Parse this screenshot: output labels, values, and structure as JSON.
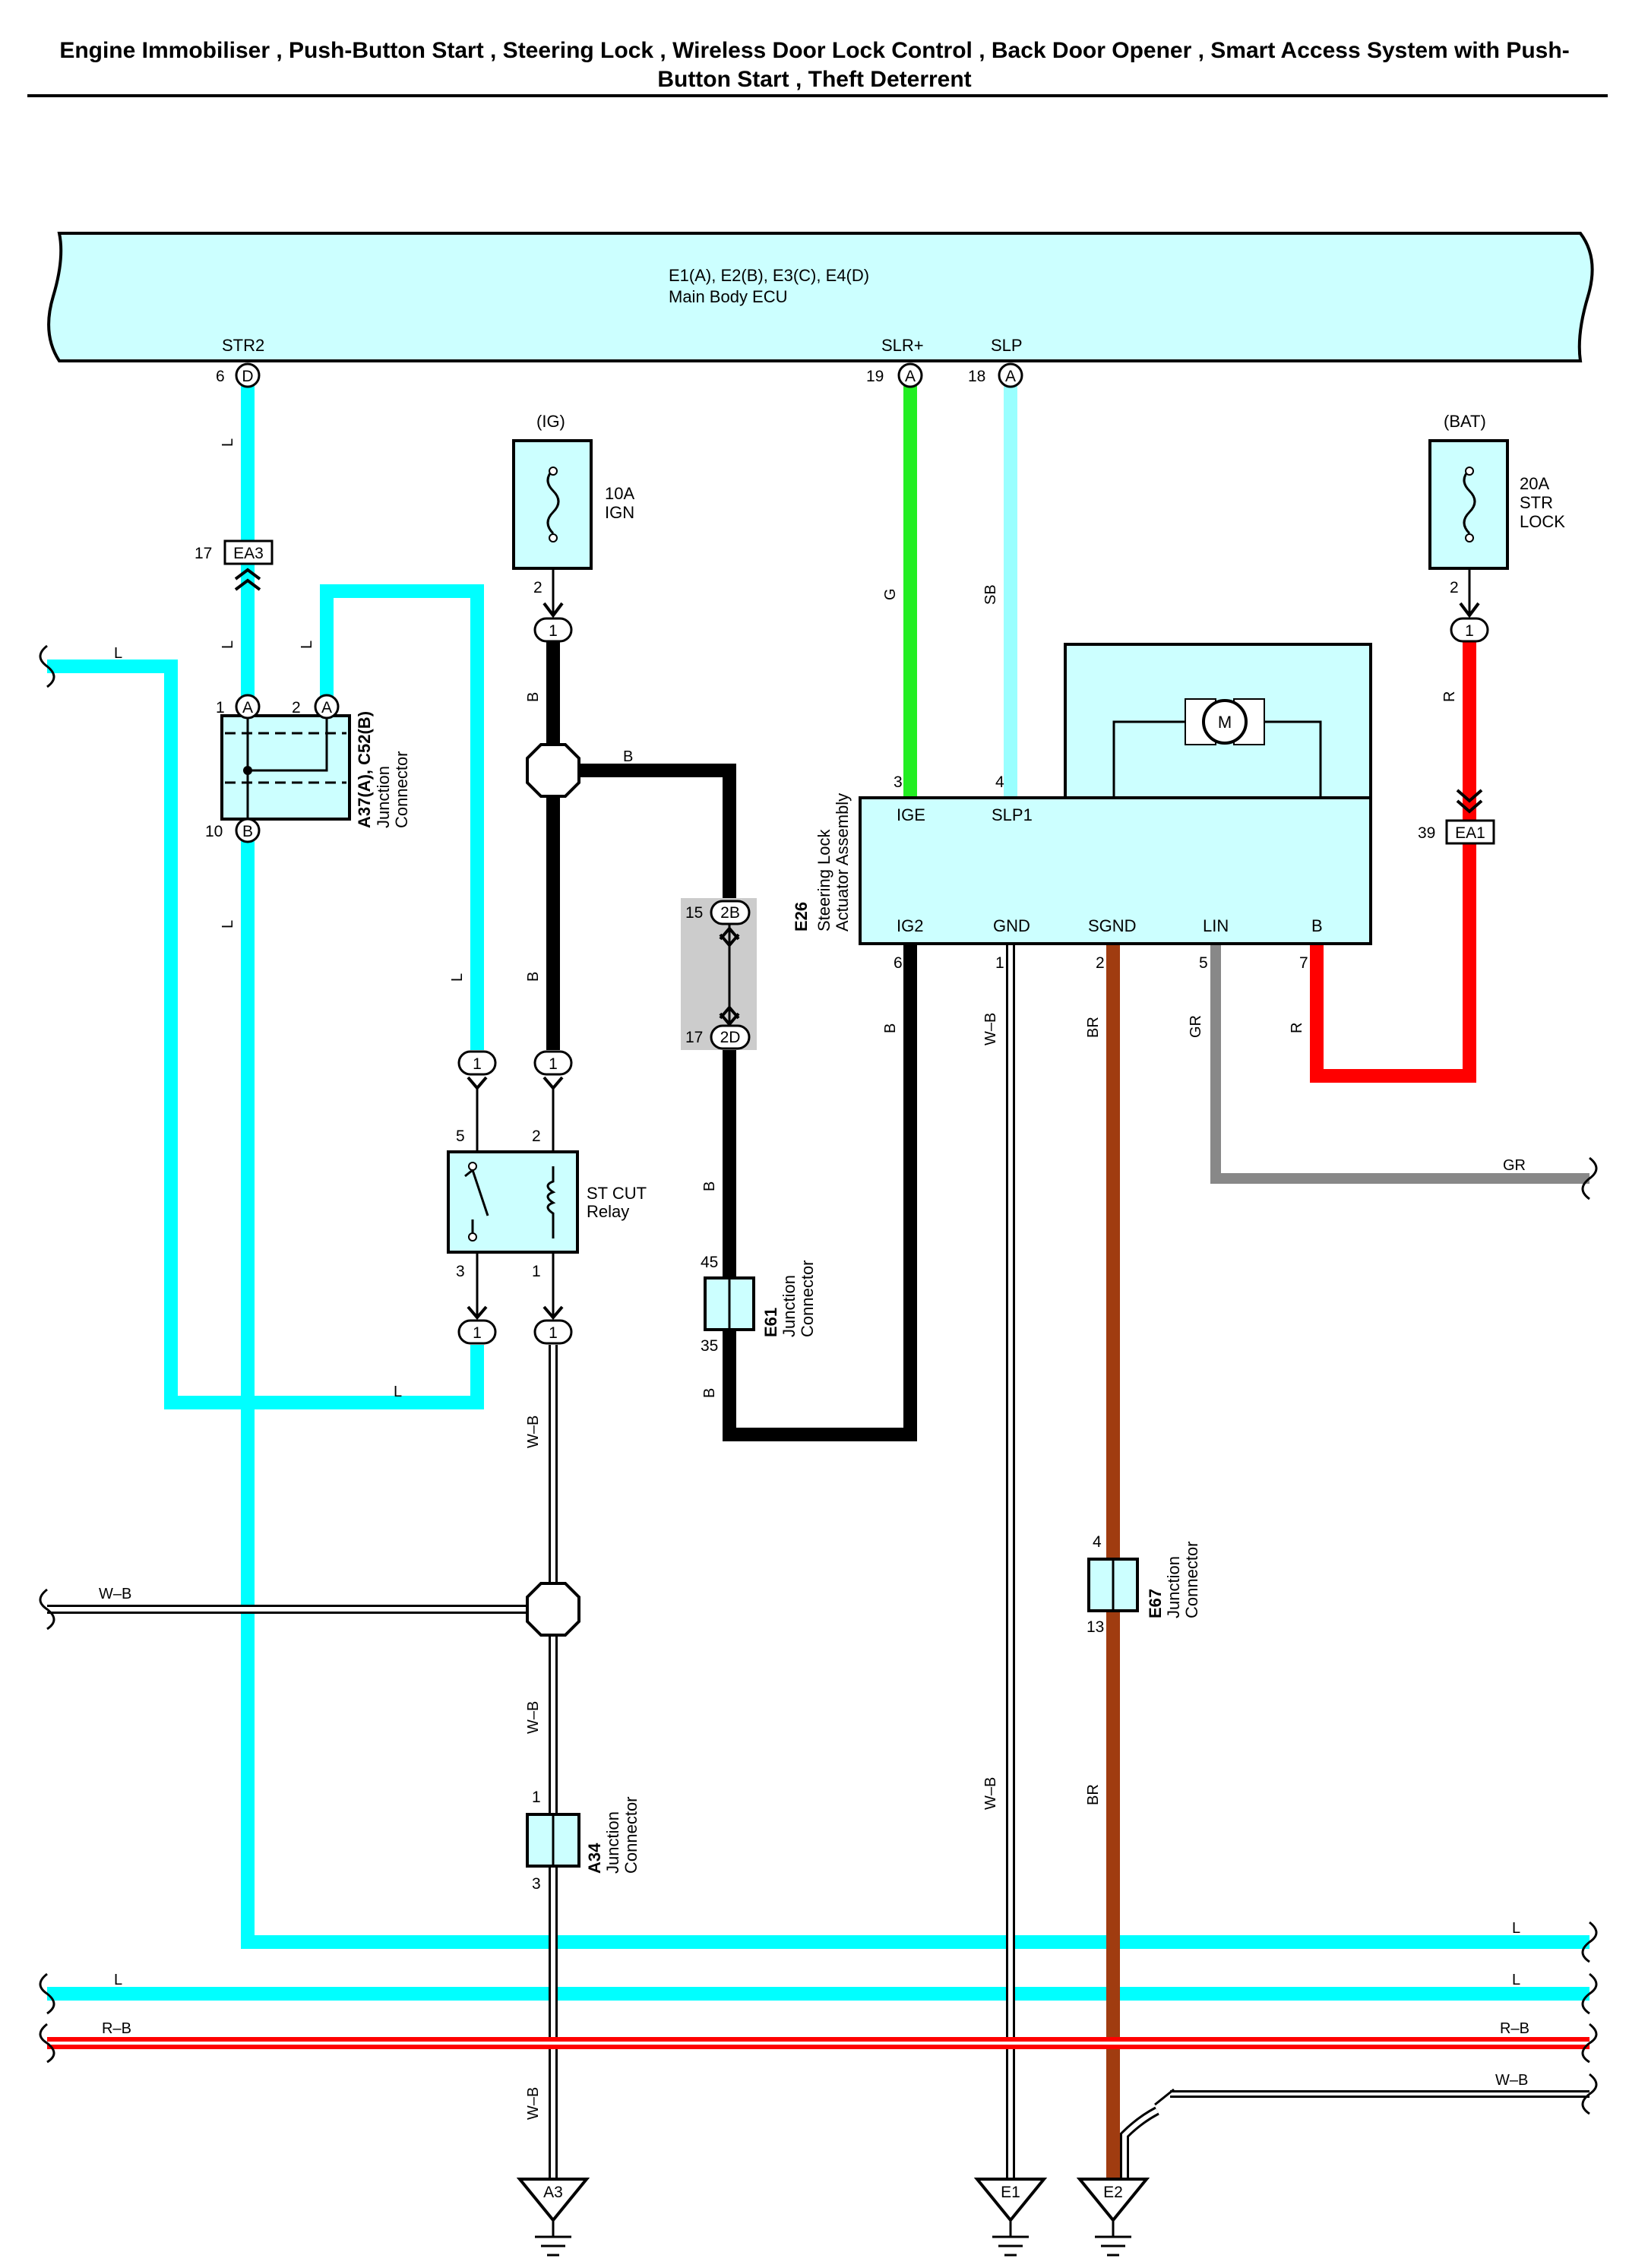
{
  "title": {
    "line1": "Engine Immobiliser , Push-Button Start , Steering Lock , Wireless Door Lock Control , Back Door Opener , Smart Access System with Push-",
    "line2": "Button Start , Theft Deterrent"
  },
  "ecu": {
    "connectors": "E1(A), E2(B), E3(C), E4(D)",
    "name": "Main Body ECU",
    "terminals": [
      {
        "name": "STR2",
        "pin": "6",
        "conn": "D"
      },
      {
        "name": "SLR+",
        "pin": "19",
        "conn": "A"
      },
      {
        "name": "SLP",
        "pin": "18",
        "conn": "A"
      }
    ]
  },
  "fuses": {
    "ign": {
      "source": "(IG)",
      "rating": "10A",
      "name": "IGN",
      "pin": "2",
      "conn": "1"
    },
    "str": {
      "source": "(BAT)",
      "rating": "20A",
      "name_l1": "STR",
      "name_l2": "LOCK",
      "pin": "2",
      "conn": "1"
    }
  },
  "connectors": {
    "ea3": {
      "id": "EA3",
      "pin": "17"
    },
    "ea1": {
      "id": "EA1",
      "pin": "39"
    },
    "a37": {
      "id": "A37(A), C52(B)",
      "name_l1": "Junction",
      "name_l2": "Connector",
      "pin1": "1",
      "conn1": "A",
      "pin2": "2",
      "conn2": "A",
      "pin3": "10",
      "conn3": "B"
    },
    "relay_in_l": "1",
    "relay_in_r": "1",
    "relay_out_l": "1",
    "relay_out_r": "1",
    "jc2": {
      "pin_top": "15",
      "conn_top": "2B",
      "pin_bot": "17",
      "conn_bot": "2D"
    },
    "e61": {
      "id": "E61",
      "name_l1": "Junction",
      "name_l2": "Connector",
      "pin_top": "45",
      "pin_bot": "35"
    },
    "e67": {
      "id": "E67",
      "name_l1": "Junction",
      "name_l2": "Connector",
      "pin_top": "4",
      "pin_bot": "13"
    },
    "a34": {
      "id": "A34",
      "name_l1": "Junction",
      "name_l2": "Connector",
      "pin_top": "1",
      "pin_bot": "3"
    }
  },
  "relay": {
    "name_l1": "ST CUT",
    "name_l2": "Relay",
    "pin5": "5",
    "pin2": "2",
    "pin3": "3",
    "pin1": "1"
  },
  "actuator": {
    "id": "E26",
    "name_l1": "Steering Lock",
    "name_l2": "Actuator Assembly",
    "motor": "M",
    "top_terminals": [
      {
        "name": "IGE",
        "pin": "3"
      },
      {
        "name": "SLP1",
        "pin": "4"
      }
    ],
    "bottom_terminals": [
      {
        "name": "IG2",
        "pin": "6"
      },
      {
        "name": "GND",
        "pin": "1"
      },
      {
        "name": "SGND",
        "pin": "2"
      },
      {
        "name": "LIN",
        "pin": "5"
      },
      {
        "name": "B",
        "pin": "7"
      }
    ]
  },
  "wire_colors": {
    "L": "L",
    "B": "B",
    "G": "G",
    "SB": "SB",
    "R": "R",
    "WB": "W–B",
    "BR": "BR",
    "GR": "GR",
    "RB": "R–B"
  },
  "grounds": {
    "a3": "A3",
    "e1": "E1",
    "e2": "E2"
  },
  "colors": {
    "cyan": "#00ffff",
    "green": "#22ee22",
    "light_blue": "#99ffff",
    "red": "#ff0000",
    "black": "#000000",
    "brown": "#a03c10",
    "gray": "#888888",
    "box_fill": "#ccffff"
  }
}
